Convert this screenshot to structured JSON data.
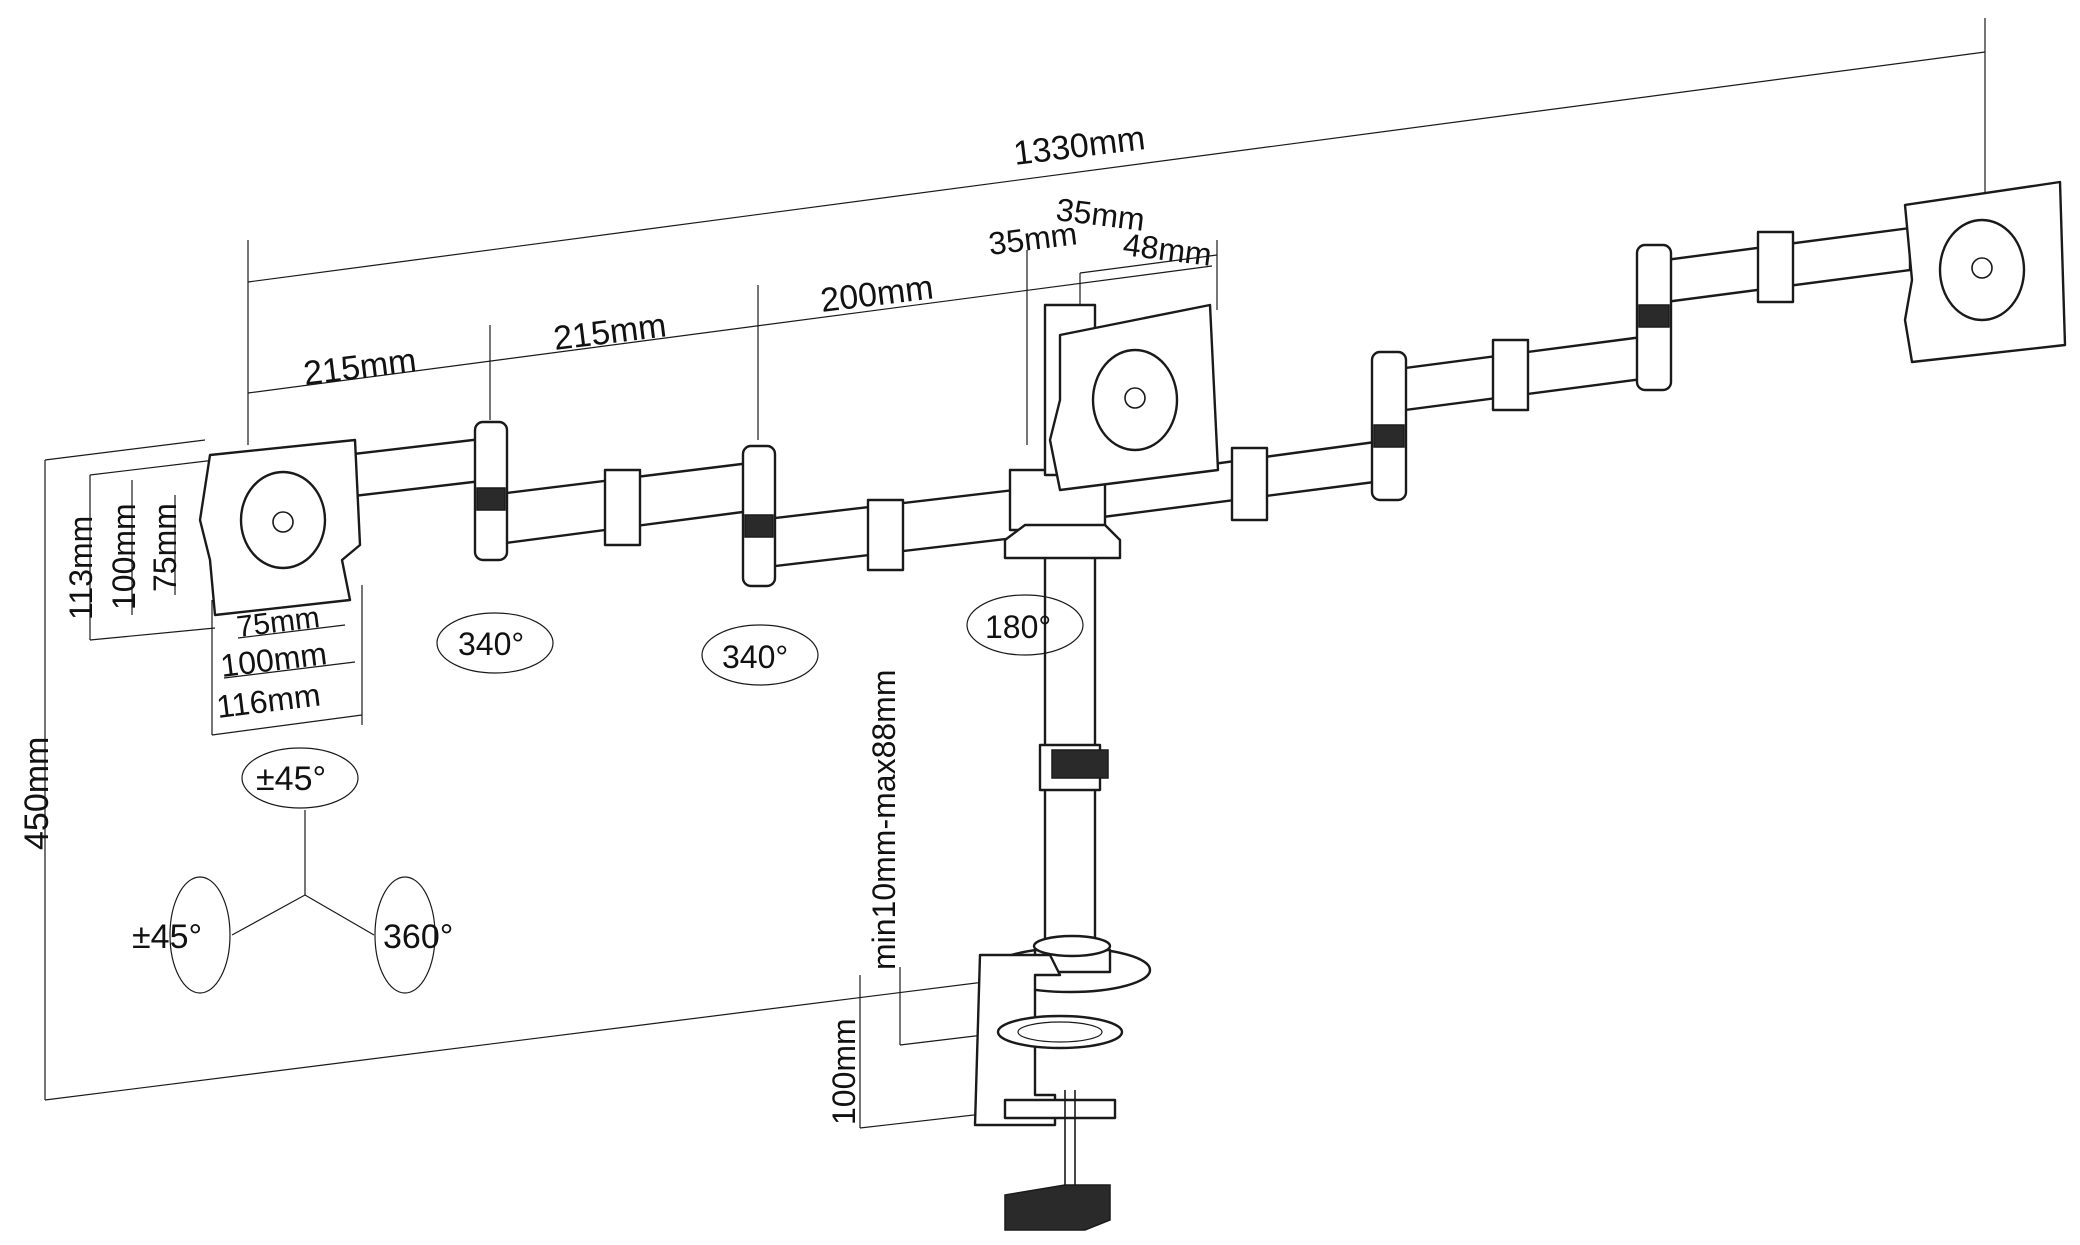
{
  "dimensions": {
    "total_width": "1330mm",
    "arm_segment_1": "215mm",
    "arm_segment_2": "215mm",
    "arm_segment_3": "200mm",
    "pole_offset_a": "35mm",
    "pole_offset_b": "35mm",
    "pole_offset_c": "48mm",
    "total_height": "450mm",
    "vesa_height_113": "113mm",
    "vesa_height_100": "100mm",
    "vesa_height_75": "75mm",
    "vesa_width_75": "75mm",
    "vesa_width_100": "100mm",
    "vesa_width_116": "116mm",
    "desk_thickness": "min10mm-max88mm",
    "clamp_depth": "100mm"
  },
  "rotations": {
    "joint_1": "340°",
    "joint_2": "340°",
    "pole_joint": "180°",
    "tilt": "±45°",
    "swivel": "±45°",
    "rotate": "360°"
  },
  "colors": {
    "line": "#1a1a1a",
    "background": "#ffffff"
  }
}
